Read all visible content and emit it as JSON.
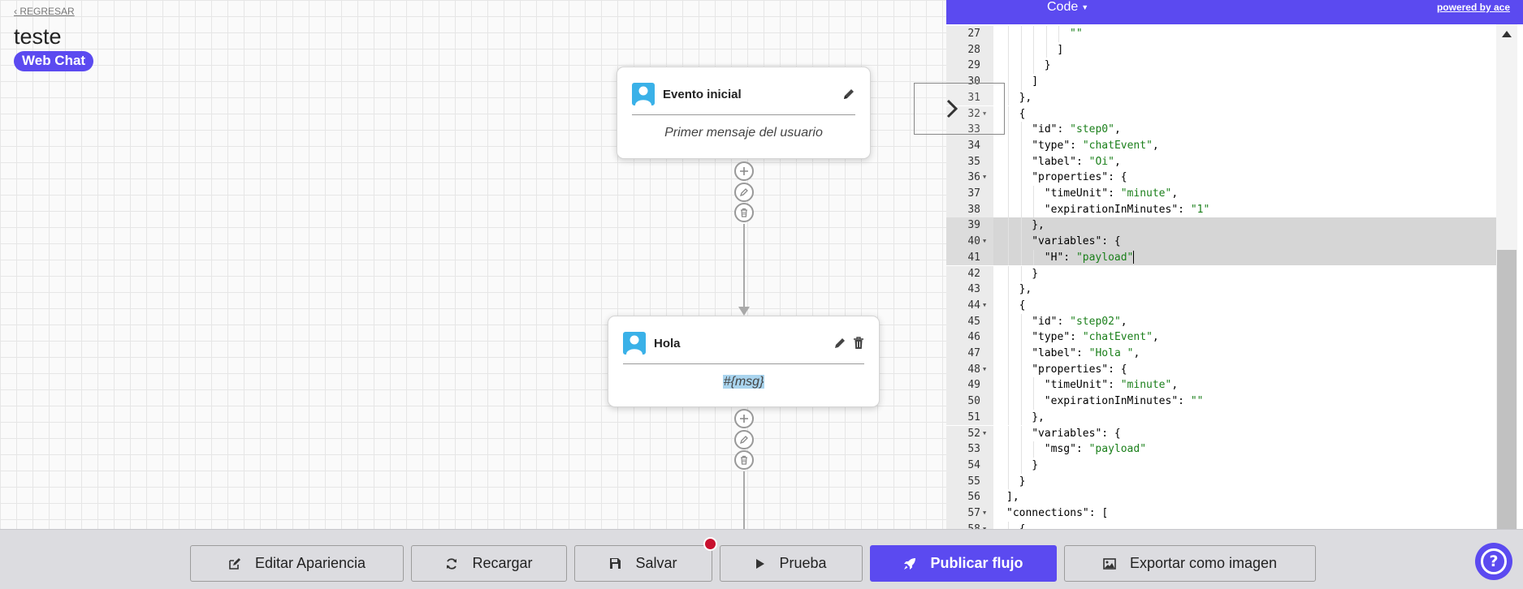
{
  "header": {
    "back_link": "‹ REGRESAR",
    "flow_title": "teste",
    "channel_badge": "Web Chat"
  },
  "nodes": [
    {
      "title": "Evento inicial",
      "body": "Primer mensaje del usuario",
      "user_icon": "user-icon",
      "tools": [
        "pencil-icon"
      ]
    },
    {
      "title": "Hola",
      "body": "#{msg}",
      "user_icon": "user-icon",
      "tools": [
        "pencil-icon",
        "trash-icon"
      ]
    }
  ],
  "node_controls": [
    "plus-icon",
    "pencil-icon",
    "trash-icon"
  ],
  "code_panel": {
    "tab_label": "Code",
    "powered_by": "powered by ace",
    "cursor_line": 41,
    "selected_lines": [
      39,
      40,
      41
    ],
    "lines": [
      {
        "n": "27",
        "fold": false,
        "indent": 10,
        "tokens": [
          {
            "t": "str",
            "v": "\"\""
          }
        ]
      },
      {
        "n": "28",
        "fold": false,
        "indent": 8,
        "tokens": [
          {
            "t": "pun",
            "v": "]"
          }
        ]
      },
      {
        "n": "29",
        "fold": false,
        "indent": 6,
        "tokens": [
          {
            "t": "pun",
            "v": "}"
          }
        ]
      },
      {
        "n": "30",
        "fold": false,
        "indent": 4,
        "tokens": [
          {
            "t": "pun",
            "v": "]"
          }
        ]
      },
      {
        "n": "31",
        "fold": false,
        "indent": 2,
        "tokens": [
          {
            "t": "pun",
            "v": "},"
          }
        ]
      },
      {
        "n": "32",
        "fold": true,
        "indent": 2,
        "tokens": [
          {
            "t": "pun",
            "v": "{"
          }
        ]
      },
      {
        "n": "33",
        "fold": false,
        "indent": 4,
        "tokens": [
          {
            "t": "pun",
            "v": "\"id\": "
          },
          {
            "t": "str",
            "v": "\"step0\""
          },
          {
            "t": "pun",
            "v": ","
          }
        ]
      },
      {
        "n": "34",
        "fold": false,
        "indent": 4,
        "tokens": [
          {
            "t": "pun",
            "v": "\"type\": "
          },
          {
            "t": "str",
            "v": "\"chatEvent\""
          },
          {
            "t": "pun",
            "v": ","
          }
        ]
      },
      {
        "n": "35",
        "fold": false,
        "indent": 4,
        "tokens": [
          {
            "t": "pun",
            "v": "\"label\": "
          },
          {
            "t": "str",
            "v": "\"Oi\""
          },
          {
            "t": "pun",
            "v": ","
          }
        ]
      },
      {
        "n": "36",
        "fold": true,
        "indent": 4,
        "tokens": [
          {
            "t": "pun",
            "v": "\"properties\": {"
          }
        ]
      },
      {
        "n": "37",
        "fold": false,
        "indent": 6,
        "tokens": [
          {
            "t": "pun",
            "v": "\"timeUnit\": "
          },
          {
            "t": "str",
            "v": "\"minute\""
          },
          {
            "t": "pun",
            "v": ","
          }
        ]
      },
      {
        "n": "38",
        "fold": false,
        "indent": 6,
        "tokens": [
          {
            "t": "pun",
            "v": "\"expirationInMinutes\": "
          },
          {
            "t": "str",
            "v": "\"1\""
          }
        ]
      },
      {
        "n": "39",
        "fold": false,
        "indent": 4,
        "tokens": [
          {
            "t": "pun",
            "v": "},"
          }
        ]
      },
      {
        "n": "40",
        "fold": true,
        "indent": 4,
        "tokens": [
          {
            "t": "pun",
            "v": "\"variables\": {"
          }
        ]
      },
      {
        "n": "41",
        "fold": false,
        "indent": 6,
        "tokens": [
          {
            "t": "pun",
            "v": "\"H\": "
          },
          {
            "t": "str",
            "v": "\"payload\""
          }
        ]
      },
      {
        "n": "42",
        "fold": false,
        "indent": 4,
        "tokens": [
          {
            "t": "pun",
            "v": "}"
          }
        ]
      },
      {
        "n": "43",
        "fold": false,
        "indent": 2,
        "tokens": [
          {
            "t": "pun",
            "v": "},"
          }
        ]
      },
      {
        "n": "44",
        "fold": true,
        "indent": 2,
        "tokens": [
          {
            "t": "pun",
            "v": "{"
          }
        ]
      },
      {
        "n": "45",
        "fold": false,
        "indent": 4,
        "tokens": [
          {
            "t": "pun",
            "v": "\"id\": "
          },
          {
            "t": "str",
            "v": "\"step02\""
          },
          {
            "t": "pun",
            "v": ","
          }
        ]
      },
      {
        "n": "46",
        "fold": false,
        "indent": 4,
        "tokens": [
          {
            "t": "pun",
            "v": "\"type\": "
          },
          {
            "t": "str",
            "v": "\"chatEvent\""
          },
          {
            "t": "pun",
            "v": ","
          }
        ]
      },
      {
        "n": "47",
        "fold": false,
        "indent": 4,
        "tokens": [
          {
            "t": "pun",
            "v": "\"label\": "
          },
          {
            "t": "str",
            "v": "\"Hola \""
          },
          {
            "t": "pun",
            "v": ","
          }
        ]
      },
      {
        "n": "48",
        "fold": true,
        "indent": 4,
        "tokens": [
          {
            "t": "pun",
            "v": "\"properties\": {"
          }
        ]
      },
      {
        "n": "49",
        "fold": false,
        "indent": 6,
        "tokens": [
          {
            "t": "pun",
            "v": "\"timeUnit\": "
          },
          {
            "t": "str",
            "v": "\"minute\""
          },
          {
            "t": "pun",
            "v": ","
          }
        ]
      },
      {
        "n": "50",
        "fold": false,
        "indent": 6,
        "tokens": [
          {
            "t": "pun",
            "v": "\"expirationInMinutes\": "
          },
          {
            "t": "str",
            "v": "\"\""
          }
        ]
      },
      {
        "n": "51",
        "fold": false,
        "indent": 4,
        "tokens": [
          {
            "t": "pun",
            "v": "},"
          }
        ]
      },
      {
        "n": "52",
        "fold": true,
        "indent": 4,
        "tokens": [
          {
            "t": "pun",
            "v": "\"variables\": {"
          }
        ]
      },
      {
        "n": "53",
        "fold": false,
        "indent": 6,
        "tokens": [
          {
            "t": "pun",
            "v": "\"msg\": "
          },
          {
            "t": "str",
            "v": "\"payload\""
          }
        ]
      },
      {
        "n": "54",
        "fold": false,
        "indent": 4,
        "tokens": [
          {
            "t": "pun",
            "v": "}"
          }
        ]
      },
      {
        "n": "55",
        "fold": false,
        "indent": 2,
        "tokens": [
          {
            "t": "pun",
            "v": "}"
          }
        ]
      },
      {
        "n": "56",
        "fold": false,
        "indent": 0,
        "tokens": [
          {
            "t": "pun",
            "v": "],"
          }
        ]
      },
      {
        "n": "57",
        "fold": true,
        "indent": 0,
        "tokens": [
          {
            "t": "pun",
            "v": "\"connections\": ["
          }
        ]
      },
      {
        "n": "58",
        "fold": true,
        "indent": 2,
        "tokens": [
          {
            "t": "pun",
            "v": "{"
          }
        ]
      }
    ]
  },
  "toolbar": {
    "edit_appearance": "Editar Apariencia",
    "reload": "Recargar",
    "save": "Salvar",
    "test": "Prueba",
    "publish": "Publicar flujo",
    "export": "Exportar como imagen",
    "unsaved_indicator_color": "#c8102e"
  },
  "colors": {
    "accent": "#5b4af0",
    "node_icon": "#3ab1e8",
    "string_token": "#1a7f1a"
  }
}
